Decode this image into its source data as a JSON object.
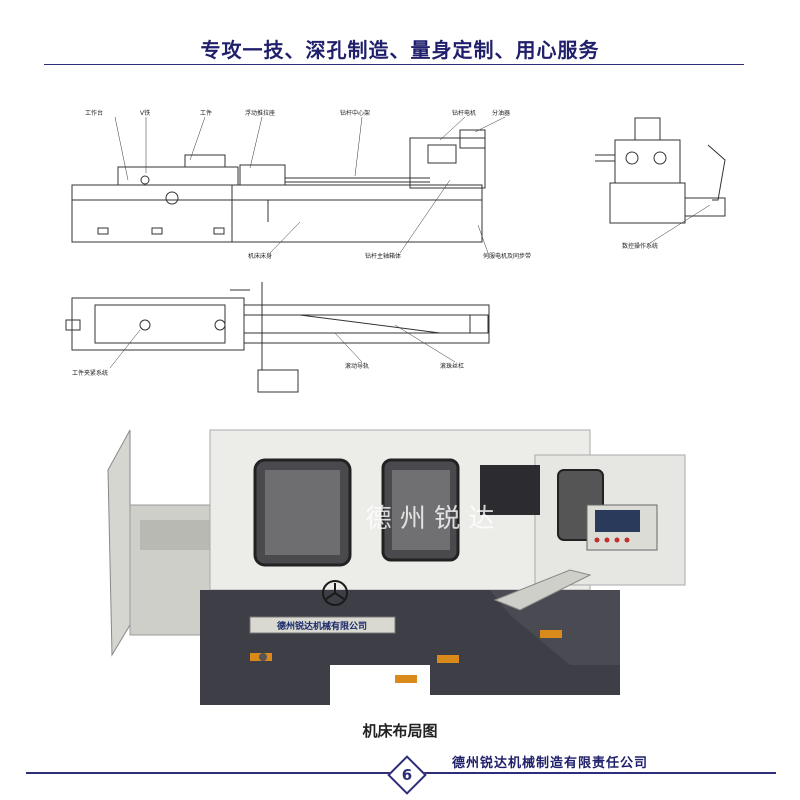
{
  "header": {
    "title": "专攻一技、深孔制造、量身定制、用心服务"
  },
  "drawing": {
    "labels": {
      "workbench": "工作台",
      "v_iron": "V铁",
      "workpiece": "工件",
      "lifting_bracket": "浮动推拉座",
      "drill_center_frame": "钻杆中心架",
      "drill_motor": "钻杆电机",
      "oil_distributor": "分油器",
      "bed": "机床床身",
      "drill_spindle_box": "钻杆主轴箱体",
      "servo_motor": "伺服电机及同步带",
      "cnc_system": "数控操作系统",
      "clamping_system": "工件夹紧系统",
      "rolling_guide": "滚动导轨",
      "ball_screw": "滚珠丝杠"
    }
  },
  "photo": {
    "watermark": "德 州 锐 达",
    "nameplate": "德州锐达机械有限公司"
  },
  "caption": "机床布局图",
  "footer": {
    "page_number": "6",
    "company": "德州锐达机械制造有限责任公司"
  },
  "colors": {
    "navy": "#2d2d7a",
    "machine_dark": "#3e3e46",
    "machine_light": "#e9e9e4",
    "warning_orange": "#d98a1a"
  }
}
